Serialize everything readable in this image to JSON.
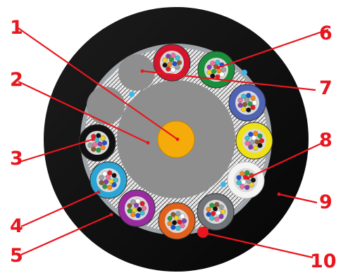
{
  "callouts": [
    {
      "number": "1"
    },
    {
      "number": "2"
    },
    {
      "number": "3"
    },
    {
      "number": "4"
    },
    {
      "number": "5"
    },
    {
      "number": "6"
    },
    {
      "number": "7"
    },
    {
      "number": "8"
    },
    {
      "number": "9"
    },
    {
      "number": "10"
    }
  ],
  "colors": {
    "callout": "#e8161e",
    "outer_jacket": "#0b0b0b",
    "armor_shield": "#9fa4ab",
    "strength_member": "#8e8e8e",
    "central_core": "#f5ac0a",
    "filler_rod": "#8e8e8e",
    "water_blocking": "#e7e7e7",
    "ripcord": "#e8161e",
    "binder_dot": "#3fb6e8"
  },
  "buffer_tubes": [
    {
      "color": "#d2142d"
    },
    {
      "color": "#1a8f3a"
    },
    {
      "color": "#4e63b3"
    },
    {
      "color": "#efe117"
    },
    {
      "color": "#f4f4f4"
    },
    {
      "color": "#707377"
    },
    {
      "color": "#e0601c"
    },
    {
      "color": "#9a2aa0"
    },
    {
      "color": "#2aa5d5"
    },
    {
      "color": "#111111"
    }
  ],
  "fiber_colors": [
    "#1e4fd0",
    "#f08a1a",
    "#2c9a3a",
    "#8a5a2b",
    "#9aa0a6",
    "#ffffff",
    "#e21b23",
    "#111111",
    "#f2d21b",
    "#8a3bb0",
    "#ef6fa0",
    "#37c2d8"
  ]
}
